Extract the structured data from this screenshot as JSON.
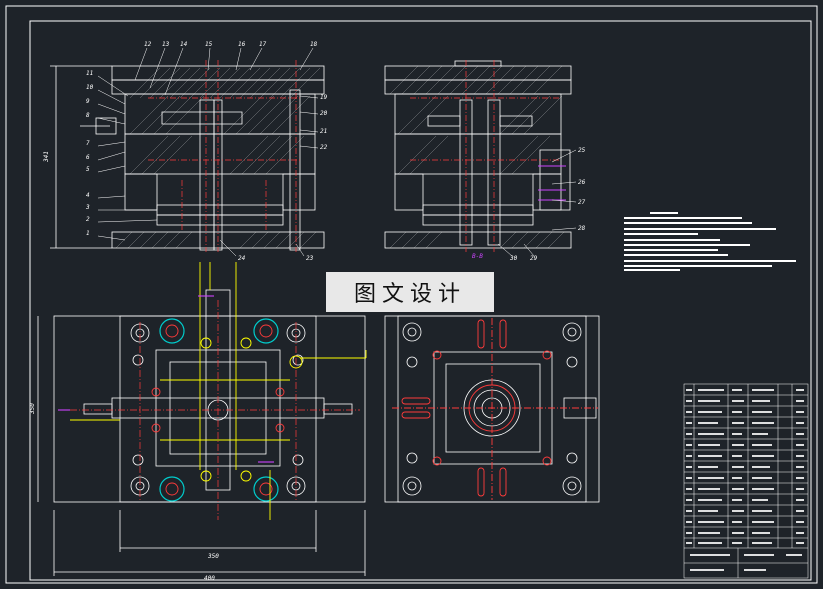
{
  "watermark": "图文设计",
  "colors": {
    "background": "#1e2329",
    "outline": "#ffffff",
    "centerline": "#ff3b3b",
    "cooling": "#ffff00",
    "highlight": "#cc44ff",
    "accent_cyan": "#00cccc",
    "accent_green": "#33cc33"
  },
  "upper_left_part_numbers": [
    "12",
    "13",
    "14",
    "15",
    "16",
    "17",
    "18",
    "11",
    "10",
    "9",
    "8",
    "7",
    "6",
    "5",
    "4",
    "3",
    "2",
    "1",
    "19",
    "20",
    "21",
    "22",
    "24",
    "23"
  ],
  "upper_right_part_numbers": [
    "25",
    "26",
    "27",
    "28",
    "30",
    "29"
  ],
  "dimensions": {
    "height_left": "341",
    "width_inner": "350",
    "width_outer": "400",
    "height_plan": "350"
  },
  "section_label": "B-B"
}
